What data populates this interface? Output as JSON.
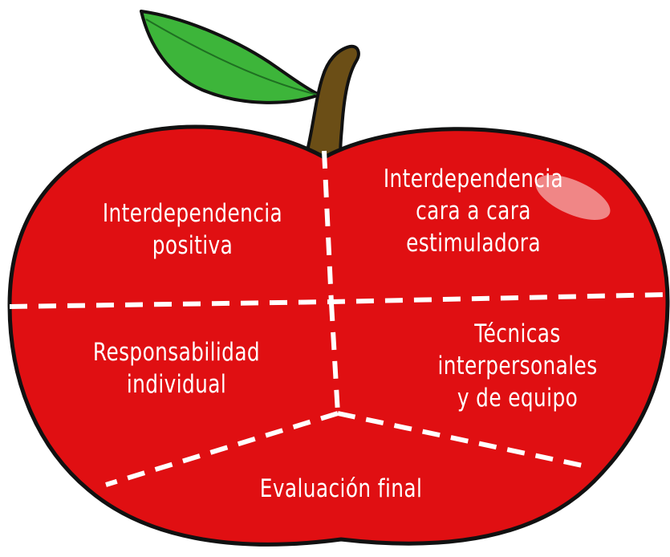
{
  "diagram": {
    "sections": {
      "top_left": "Interdependencia\npositiva",
      "top_right": "Interdependencia\ncara a cara\nestimuladora",
      "middle_left": "Responsabilidad\nindividual",
      "middle_right": "Técnicas\ninterpersonales\ny de equipo",
      "bottom": "Evaluación final"
    }
  },
  "colors": {
    "apple_fill": "#e00f12",
    "apple_outline": "#111111",
    "leaf_fill": "#3db53a",
    "stem_fill": "#6b4e16",
    "divider": "#ffffff",
    "highlight": "#f29b9b"
  },
  "icons": [
    "apple-icon",
    "leaf-icon",
    "stem-icon"
  ]
}
